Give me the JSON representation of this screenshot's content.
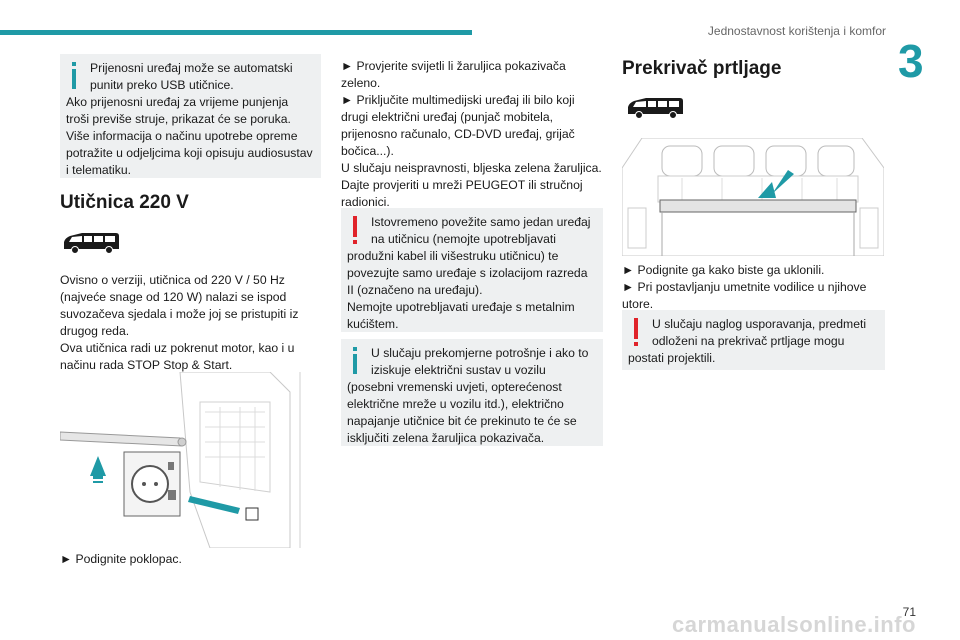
{
  "header": {
    "running_title": "Jednostavnost korištenja i komfor",
    "chapter_number": "3"
  },
  "col1": {
    "info_box": {
      "line1": "Prijenosni uređaj može se automatski punitи preko USB utičnice.",
      "rest": "Ako prijenosni uređaj za vrijeme punjenja troši previše struje, prikazat će se poruka.\nViše informacija o načinu upotrebe opreme potražite u odjeljcima koji opisuju audiosustav i telematiku."
    },
    "section_title": "Utičnica 220 V",
    "body": "Ovisno o verziji, utičnica od 220 V / 50 Hz (najveće snage od 120 W) nalazi se ispod suvozačeva sjedala i može joj se pristupiti iz drugog reda.\nOva utičnica radi uz pokrenut motor, kao i u načinu rada STOP Stop & Start.",
    "step": "► Podignite poklopac."
  },
  "col2": {
    "steps": "► Provjerite svijetli li žaruljica pokazivača zeleno.\n► Priključite multimedijski uređaj ili bilo koji drugi električni uređaj (punjač mobitela, prijenosno računalo, CD-DVD uređaj, grijač bočica...).\nU slučaju neispravnosti, bljeska zelena žaruljica.\nDajte provjeriti u mreži PEUGEOT ili stručnoj radionici.",
    "warning_box": {
      "line1": "Istovremeno povežite samo jedan uređaj na utičnicu (nemojte upotrebljavati",
      "rest": "produžni kabel ili višestruku utičnicu) te povezujte samo uređaje s izolacijom razreda II (označeno na uređaju).\nNemojte upotrebljavati uređaje s metalnim kućištem."
    },
    "info_box": {
      "line1": "U slučaju prekomjerne potrošnje i ako to iziskuje električni sustav u vozilu",
      "rest": "(posebni vremenski uvjeti, opterećenost električne mreže u vozilu itd.), električno napajanje utičnice bit će prekinuto te će se isključiti zelena žaruljica pokazivača."
    }
  },
  "col3": {
    "section_title": "Prekrivač prtljage",
    "steps": "► Podignite ga kako biste ga uklonili.\n► Pri postavljanju umetnite vodilice u njihove utore.",
    "warning_box": {
      "line1": "U slučaju naglog usporavanja, predmeti odloženi na prekrivač prtljage mogu",
      "rest": "postati projektili."
    }
  },
  "footer": {
    "page_number": "71",
    "watermark": "carmanualsonline.info"
  },
  "colors": {
    "accent": "#1f9aa6",
    "warning": "#e0232a",
    "box_bg": "#eef0f1"
  }
}
